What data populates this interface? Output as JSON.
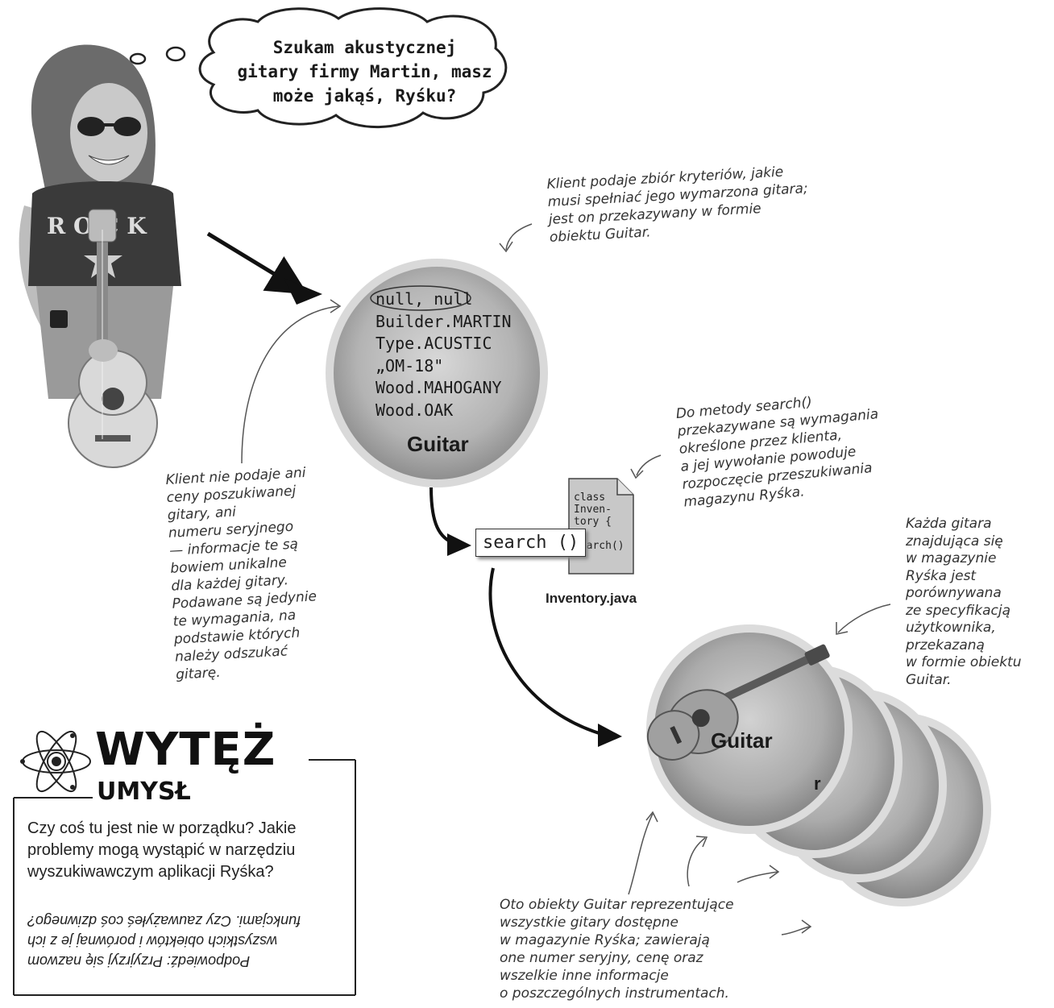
{
  "thought_bubble": {
    "lines": [
      "Szukam akustycznej",
      "gitary firmy Martin, masz",
      "może jakąś, Ryśku?"
    ]
  },
  "note_top_right": {
    "lines": [
      "Klient podaje zbiór kryteriów, jakie",
      "musi spełniać jego wymarzona gitara;",
      "jest on przekazywany w formie",
      "obiektu Guitar."
    ]
  },
  "guitar_spec": {
    "lines": [
      "null, null",
      "Builder.MARTIN",
      "Type.ACUSTIC",
      "„OM-18\"",
      "Wood.MAHOGANY",
      "Wood.OAK"
    ],
    "label": "Guitar"
  },
  "note_left": {
    "lines": [
      "Klient nie podaje ani",
      "ceny poszukiwanej",
      "gitary, ani",
      "numeru seryjnego",
      "— informacje te są",
      "bowiem unikalne",
      "dla każdej gitary.",
      "Podawane są jedynie",
      "te wymagania, na",
      "podstawie których",
      "należy odszukać",
      "gitarę."
    ]
  },
  "note_search": {
    "lines": [
      "Do metody search()",
      "przekazywane są wymagania",
      "określone przez klienta,",
      "a jej wywołanie powoduje",
      "rozpoczęcie przeszukiwania",
      "magazynu Ryśka."
    ]
  },
  "search_call": "search ()",
  "inventory_file": {
    "lines": [
      "class",
      "Inven-",
      "tory {",
      "",
      "search()"
    ],
    "label": "Inventory.java"
  },
  "note_right": {
    "lines": [
      "Każda gitara",
      "znajdująca się",
      "w magazynie",
      "Ryśka jest",
      "porównywana",
      "ze specyfikacją",
      "użytkownika,",
      "przekazaną",
      "w formie obiektu",
      "Guitar."
    ]
  },
  "inventory_stack": {
    "label": "Guitar",
    "behind_fragment": "r"
  },
  "note_bottom": {
    "lines": [
      "Oto obiekty Guitar reprezentujące",
      "wszystkie gitary dostępne",
      "w magazynie Ryśka; zawierają",
      "one numer seryjny, cenę oraz",
      "wszelkie inne informacje",
      "o poszczególnych instrumentach."
    ]
  },
  "brain_power": {
    "title": "WYTĘŻ",
    "subtitle": "UMYSŁ",
    "question_lines": [
      "Czy coś tu jest nie w porządku? Jakie",
      "problemy mogą wystąpić w narzędziu",
      "wyszukiwawczym aplikacji Ryśka?"
    ],
    "hint_lines": [
      "Podpowiedź: Przyjrzyj się nazwom",
      "wszystkich obiektów i porównaj je z ich",
      "funkcjami. Czy zauważyłeś coś dziwnego?"
    ]
  }
}
